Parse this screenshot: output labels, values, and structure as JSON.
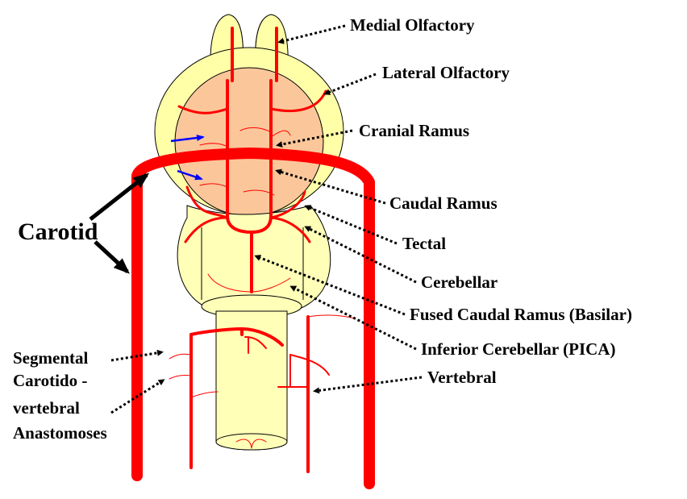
{
  "labels": {
    "medial_olfactory": "Medial Olfactory",
    "lateral_olfactory": "Lateral Olfactory",
    "cranial_ramus": "Cranial Ramus",
    "caudal_ramus": "Caudal Ramus",
    "tectal": "Tectal",
    "cerebellar": "Cerebellar",
    "fused_caudal_ramus": "Fused Caudal Ramus (Basilar)",
    "inferior_cerebellar": "Inferior Cerebellar (PICA)",
    "vertebral": "Vertebral",
    "carotid": "Carotid",
    "segmental_line1": "Segmental",
    "segmental_line2": "Carotido -",
    "segmental_line3": "vertebral",
    "segmental_line4": "Anastomoses"
  },
  "colors": {
    "artery": "#ff0000",
    "brain_tissue": "#ffffa8",
    "forebrain_core": "#fbc79a",
    "flow_arrow": "#0000ff",
    "leader": "#000000"
  }
}
